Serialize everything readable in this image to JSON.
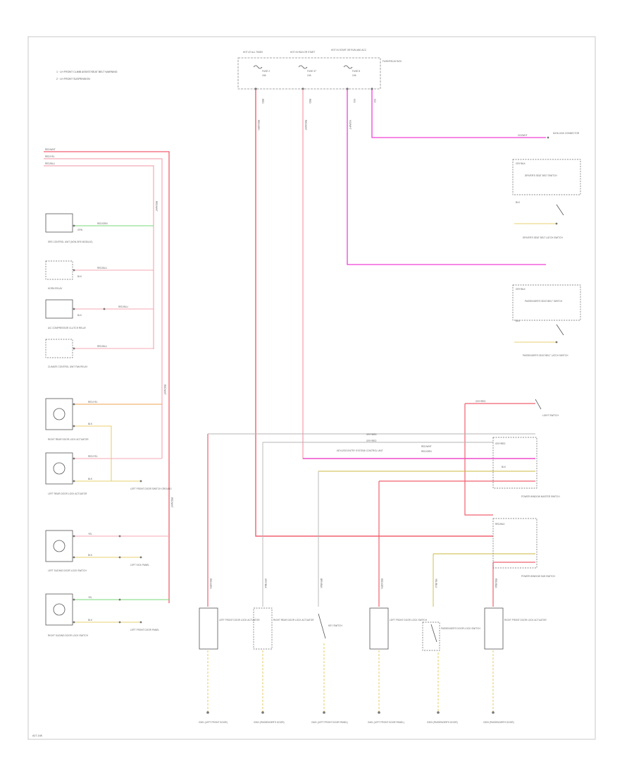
{
  "notes": {
    "line1": "1 · LH FRONT CLIMB ASSIST/SEAT BELT WARNING",
    "line2": "2 · LH FRONT SUSPENSION"
  },
  "footer_code": "A17-148",
  "fuses": [
    {
      "group": "HOT AT ALL TIMES",
      "name": "FUSE 2",
      "rating": "15A",
      "wire": "RED/GRN",
      "wire2": "RED"
    },
    {
      "group": "HOT IN RUN OR START",
      "name": "FUSE 37",
      "rating": "10A",
      "wire": "RED/WHT",
      "wire2": "RED"
    },
    {
      "group": "HOT IN START OR RUN AND ACC",
      "name": "FUSE 8",
      "rating": "10A",
      "wire": "VIO/WHT",
      "wire2": "VIO"
    },
    {
      "group": "",
      "name": "FUSE/RELAY BOX",
      "rating": "",
      "wire": "VIO",
      "wire2": ""
    }
  ],
  "left_bus": {
    "wire_labels": [
      "RED/WHT",
      "RED/YEL",
      "RED/BLU"
    ],
    "splice_label": "RED/WHT"
  },
  "left_components": [
    {
      "name": "SRS CONTROL UNIT (NON-SRS MODULE)",
      "wire": "RED/GRN",
      "pin_wire": "GRN"
    },
    {
      "name": "HORN RELAY",
      "wire": "RED/BLU",
      "pin_wire": "BLK"
    },
    {
      "name": "A/C COMPRESSOR CLUTCH RELAY",
      "wire": "RED/BLU",
      "pin_wire": "BLK"
    },
    {
      "name": "CLIMATE CONTROL UNIT FAN RELAY",
      "wire": "RED/BLU",
      "pin_wire": ""
    },
    {
      "name": "RIGHT REAR DOOR LOCK ACTUATOR",
      "wire": "RED/YEL",
      "pin_wire": "BLK"
    },
    {
      "name": "LEFT REAR DOOR LOCK ACTUATOR",
      "wire": "RED/YEL",
      "pin_wire": "BLK"
    },
    {
      "name": "LEFT SLIDING DOOR LOCK SWITCH",
      "wire": "YEL",
      "pin_wire": "BLK"
    },
    {
      "name": "RIGHT SLIDING DOOR LOCK SWITCH",
      "wire": "YEL",
      "pin_wire": "BLK"
    }
  ],
  "left_grounds": [
    {
      "name": "LEFT FRONT DOOR SWITCH GROUND"
    },
    {
      "name": "LEFT KICK PANEL"
    },
    {
      "name": "LEFT FRONT DOOR PANEL"
    }
  ],
  "right_components": [
    {
      "name": "DATA LINK CONNECTOR",
      "wire": "VIO/WHT"
    },
    {
      "name": "DRIVER'S SEAT BELT SWITCH",
      "wire": "GRY/BLK"
    },
    {
      "name": "DRIVER'S SEAT BELT LATCH SWITCH",
      "wire": "BLK"
    },
    {
      "name": "PASSENGER'S SEAT BELT SWITCH",
      "wire": "GRY/BLK"
    },
    {
      "name": "PASSENGER'S SEAT BELT LATCH SWITCH",
      "wire": "BLK"
    },
    {
      "name": "LIGHT SWITCH",
      "wire": "GRY/RED"
    },
    {
      "name": "POWER WINDOW MASTER SWITCH",
      "wire": "GRY/RED"
    },
    {
      "name": "POWER WINDOW SUB SWITCH",
      "wire": "RED/BLK"
    }
  ],
  "module": {
    "name": "KEYLESS ENTRY SYSTEM/ CONTROL UNIT",
    "wires": [
      "GRY/BRN",
      "GRY/RED",
      "RED/WHT",
      "RED/GRN",
      "BLK"
    ]
  },
  "bottom_components": [
    {
      "name": "LEFT FRONT DOOR LOCK ACTUATOR",
      "wire": "RED/GRN",
      "ground": "G301 (LEFT FRONT DOOR)"
    },
    {
      "name": "RIGHT REAR DOOR LOCK ACTUATOR",
      "wire": "GRY/BLK",
      "ground": "G302 (PASSENGER'S DOOR)"
    },
    {
      "name": "KEY SWITCH",
      "wire": "BRN/BLK",
      "ground": "G401 (LEFT FRONT DOOR PANEL)"
    },
    {
      "name": "LEFT FRONT DOOR LOCK SWITCH",
      "wire": "RED/GRN",
      "ground": "G401 (LEFT FRONT DOOR PANEL)"
    },
    {
      "name": "PASSENGER'S DOOR LOCK SWITCH",
      "wire": "YEL/BLU",
      "ground": "G303 (PASSENGER'S DOOR)"
    },
    {
      "name": "RIGHT FRONT DOOR LOCK ACTUATOR",
      "wire": "RED/BLK",
      "ground": "G303 (PASSENGER'S DOOR)"
    }
  ],
  "colors": {
    "red": "#f06070",
    "pink": "#f4aab6",
    "magenta": "#f040d8",
    "green": "#78d878",
    "yellow": "#e8d070",
    "orange": "#f0a050",
    "gray": "#b4b4b4",
    "olive": "#c8b840"
  }
}
